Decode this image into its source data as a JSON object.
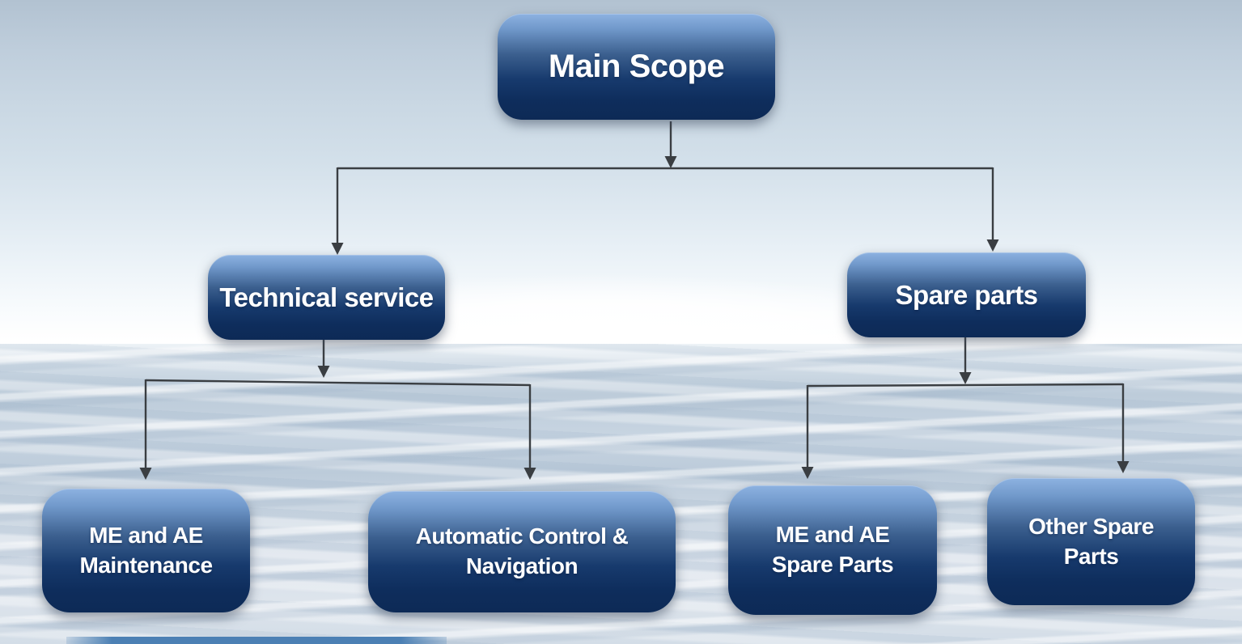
{
  "nodes": {
    "root": {
      "label": "Main Scope"
    },
    "branches": [
      {
        "label": "Technical service",
        "children": [
          {
            "label": "ME and AE Maintenance"
          },
          {
            "label": "Automatic Control & Navigation"
          }
        ]
      },
      {
        "label": "Spare parts",
        "children": [
          {
            "label": "ME and AE Spare Parts"
          },
          {
            "label": "Other Spare Parts"
          }
        ]
      }
    ]
  },
  "colors": {
    "node_gradient_top": "#8db2e1",
    "node_gradient_bottom": "#0d2a56",
    "node_text": "#ffffff",
    "connector_line": "#3a3e42",
    "sky_top": "#b2c2d1",
    "horizon": "#ffffff",
    "sea": "#c1d0de"
  }
}
